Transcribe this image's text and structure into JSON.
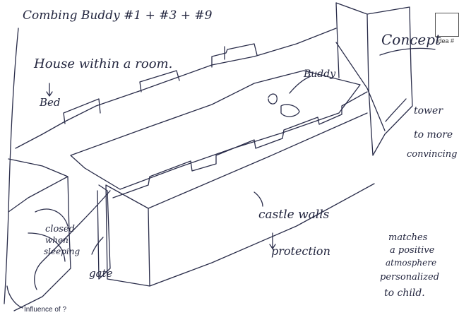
{
  "header": {
    "combining": "Combing Buddy #1  +  #3  +  #9",
    "idea_label": "Idea #"
  },
  "labels": {
    "house": "House   within   a   room.",
    "bed": "Bed",
    "buddy": "Buddy",
    "concept": "Concept",
    "tower_1": "tower",
    "tower_2": "to more",
    "tower_3": "convincing",
    "castle_walls": "castle walls",
    "protection": "protection",
    "closed_1": "closed",
    "closed_2": "when",
    "closed_3": "sleeping",
    "gate": "gate",
    "matches_1": "matches",
    "matches_2": "a positive",
    "matches_3": "atmosphere",
    "matches_4": "personalized",
    "matches_5": "to child.",
    "influence": "Influence of ?"
  },
  "colors": {
    "ink": "#2a2d4a",
    "paper": "#ffffff"
  }
}
